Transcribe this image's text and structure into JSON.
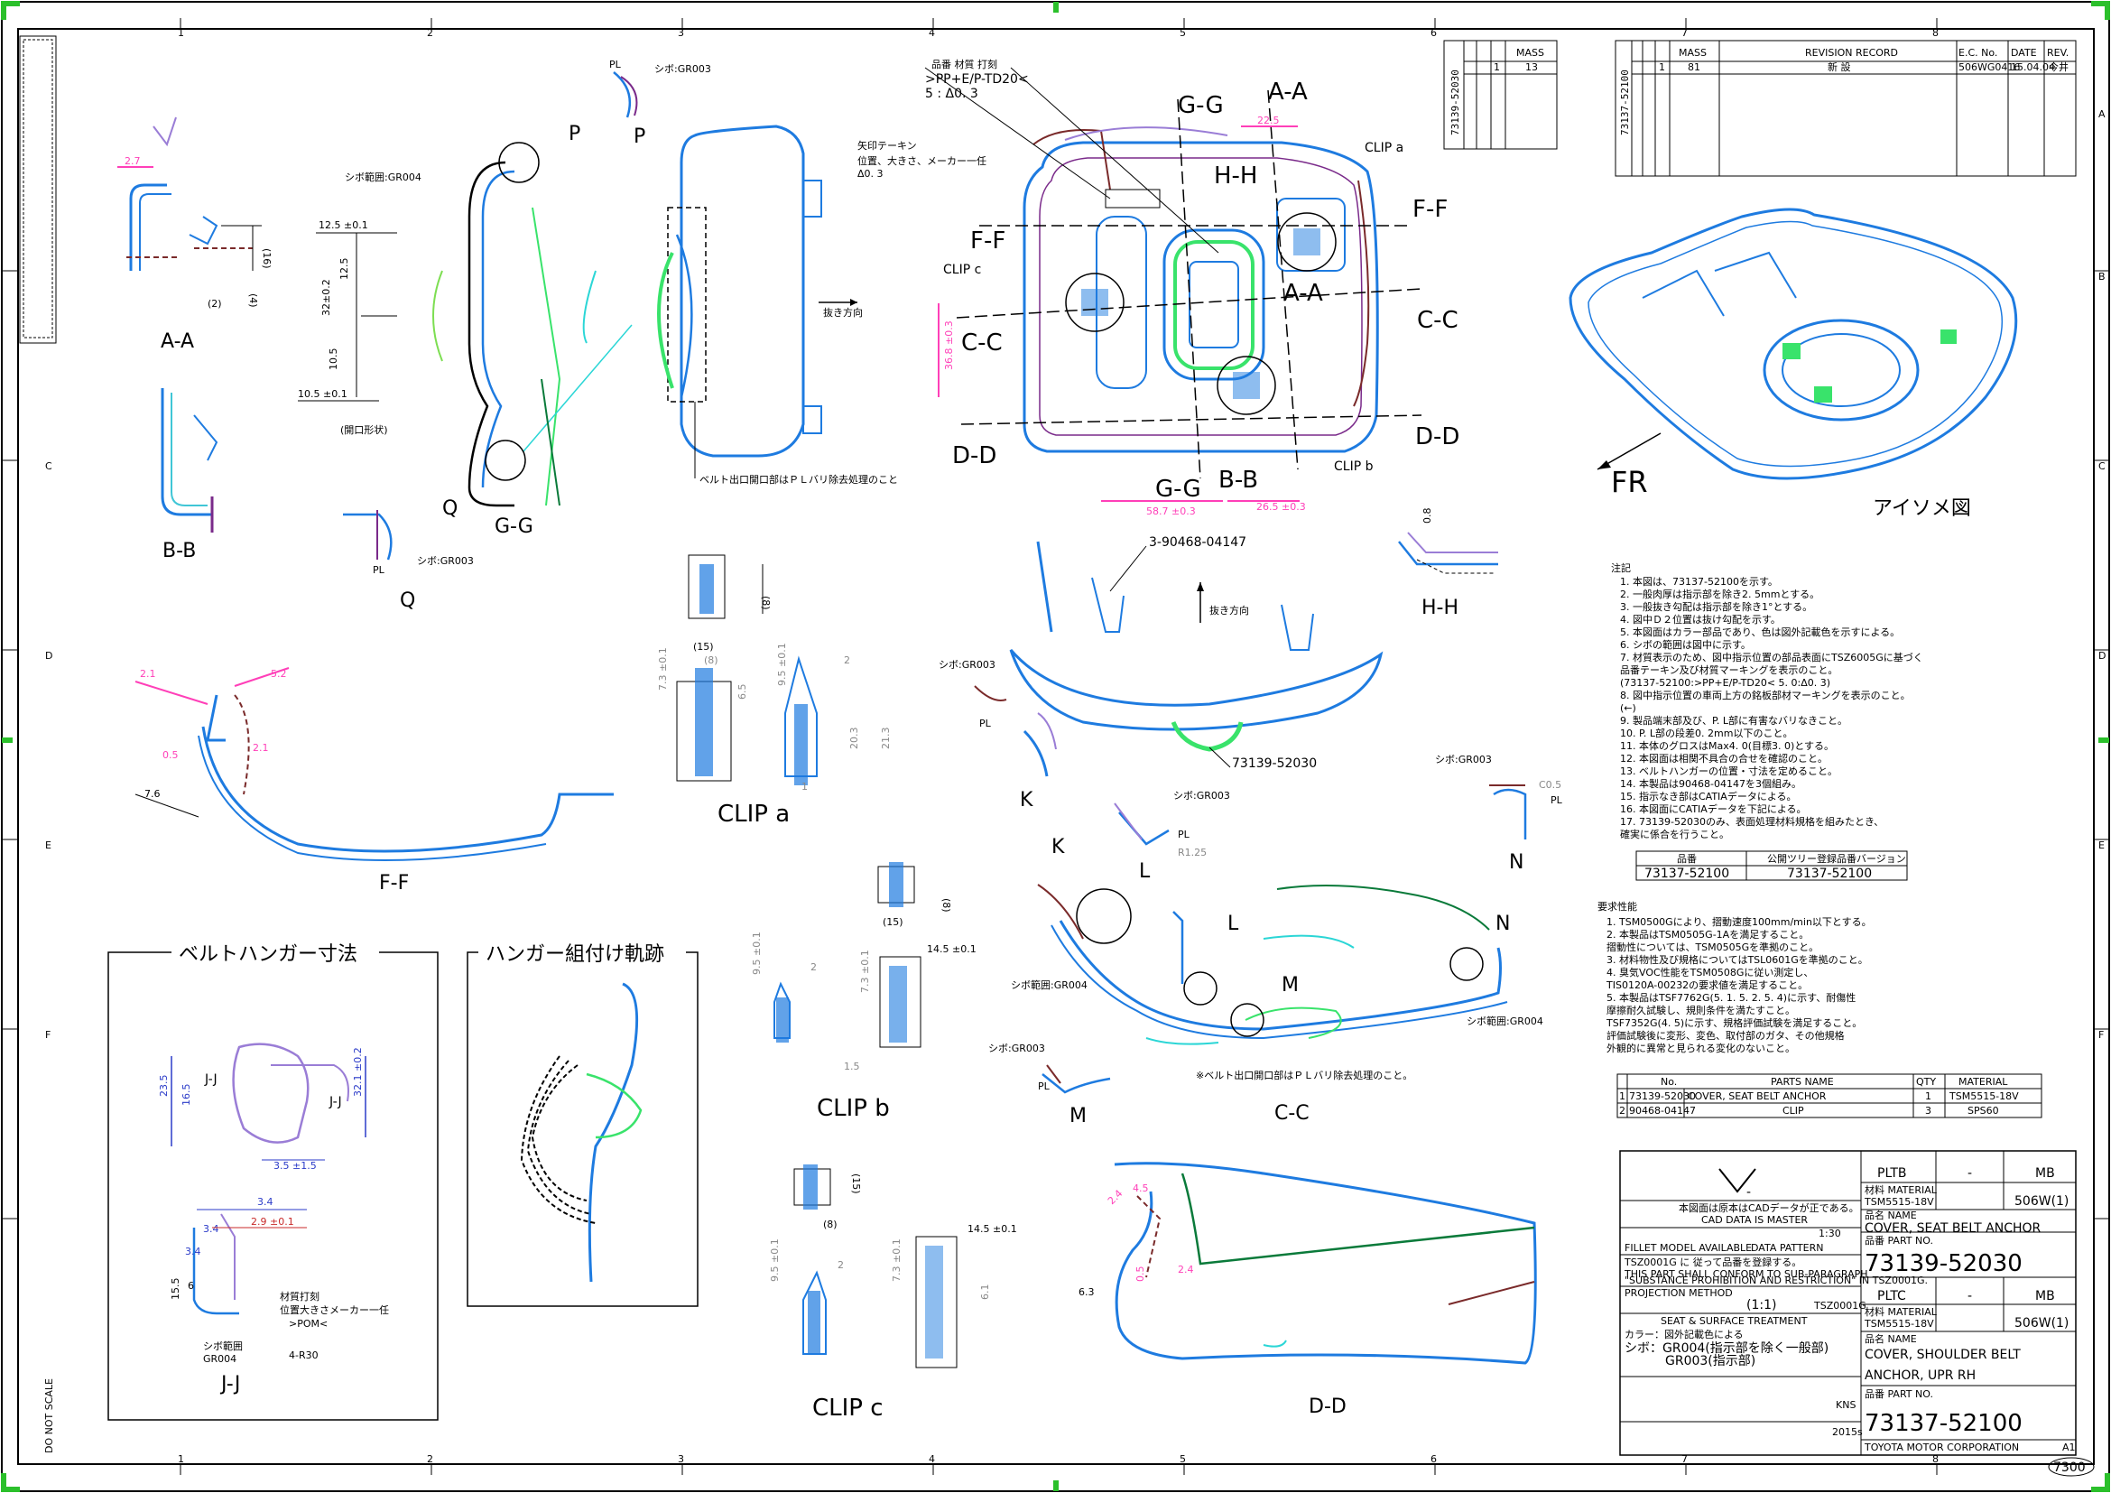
{
  "grid": {
    "cols": [
      "1",
      "2",
      "3",
      "4",
      "5",
      "6",
      "7",
      "8"
    ],
    "rows": [
      "A",
      "B",
      "C",
      "D",
      "E",
      "F"
    ]
  },
  "sections": {
    "aa": "A-A",
    "bb": "B-B",
    "ff": "F-F",
    "gg": "G-G",
    "q": "Q",
    "p": "P",
    "clip_a": "CLIP a",
    "clip_b": "CLIP b",
    "clip_c": "CLIP c",
    "hh": "H-H",
    "k": "K",
    "l": "L",
    "n": "N",
    "m": "M",
    "cc": "C-C",
    "dd": "D-D",
    "jj": "J-J"
  },
  "labels": {
    "fr": "FR",
    "iso": "アイソメ図",
    "draw_dir": "抜き方向",
    "draw_dir2": "抜き方向",
    "belt_hanger_dims": "ベルトハンガー寸法",
    "hanger_path": "ハンガー組付け軌跡",
    "belt_note": "ベルト出口開口部はＰＬバリ除去処理のこと",
    "belt_note2": "※ベルト出口開口部はＰＬバリ除去処理のこと。",
    "part_ref": "3-90468-04147",
    "part_ref2": "73139-52030",
    "material_mark_title": "品番  材質  打刻",
    "material_mark": ">PP+E/P-TD20<",
    "material_mark2": "5 : Δ0. 3",
    "gate_note_1": "矢印テーキン",
    "gate_note_2": "位置、大きさ、メーカー一任",
    "gate_note_3": "Δ0. 3",
    "jj_note_1": "材質打刻",
    "jj_note_2": "位置大きさメーカー一任",
    "jj_note_3": ">POM<",
    "jj_grain": "シボ範囲",
    "jj_grain2": "GR004",
    "jj_r": "4-R30",
    "sibo_gr003": "シボ:GR003",
    "sibo_gr004": "シボ範囲:GR004",
    "pl": "PL",
    "clip_a_pos": "CLIP a",
    "clip_b_pos": "CLIP b",
    "clip_c_pos": "CLIP c",
    "opening": "(開口形状)",
    "big_r": "R1.25",
    "c05": "C0.5"
  },
  "dims": {
    "d27": "2.7",
    "d16": "(16)",
    "d4": "(4)",
    "d2": "(2)",
    "d125": "12.5 ±0.1",
    "d32": "32±0.2",
    "d125b": "12.5",
    "d105": "10.5",
    "d105b": "10.5 ±0.1",
    "d225": "22.5",
    "d36": "36.8 ±0.3",
    "d587": "58.7 ±0.3",
    "d265": "26.5 ±0.3",
    "d15": "(15)",
    "d8": "(8)",
    "d73": "7.3 ±0.1",
    "d65": "6.5",
    "d95": "9.5 ±0.1",
    "d203": "20.3",
    "d213": "21.3",
    "d1": "1",
    "d2b": "2",
    "d21": "2.1",
    "d52": "5.2",
    "d05": "0.5",
    "d21b": "2.1",
    "d76": "7.6",
    "d145": "14.5 ±0.1",
    "d15b": "1.5",
    "d61": "6.1",
    "d08": "0.8",
    "d235": "23.5",
    "d165": "16.5",
    "d321": "32.1 ±0.2",
    "d35": "3.5 ±1.5",
    "d34": "3.4",
    "d29": "2.9 ±0.1",
    "d155": "15.5",
    "d6": "6",
    "d24": "2.4",
    "d45": "4.5",
    "d05b": "0.5",
    "d24b": "2.4",
    "d63": "6.3"
  },
  "notes": {
    "title": "注記",
    "items": [
      "1. 本図は、73137-52100を示す。",
      "2. 一般肉厚は指示部を除き2. 5mmとする。",
      "3. 一般抜き勾配は指示部を除き1°とする。",
      "4. 図中Ｄ２位置は抜け勾配を示す。",
      "5. 本図面はカラー部品であり、色は図外記載色を示すによる。",
      "6. シボの範囲は図中に示す。",
      "7. 材質表示のため、図中指示位置の部品表面にTSZ6005Gに基づく",
      "   品番テーキン及び材質マーキングを表示のこと。",
      "   (73137-52100:>PP+E/P-TD20< 5. 0:Δ0. 3)",
      "8. 図中指示位置の車両上方の銘板部材マーキングを表示のこと。",
      "   (←)",
      "9. 製品端末部及び、P. L部に有害なバリなきこと。",
      "10. P. L部の段差0. 2mm以下のこと。",
      "11. 本体のグロスはMax4. 0(目標3. 0)とする。",
      "12. 本図面は相関不具合の合せを確認のこと。",
      "13. ベルトハンガーの位置・寸法を定めること。",
      "14. 本製品は90468-04147を3個組み。",
      "15. 指示なき部はCATIAデータによる。",
      "16. 本図面にCATIAデータを下記による。",
      "17. 73139-52030のみ、表面処理材料規格を組みたとき、",
      "    確実に係合を行うこと。"
    ]
  },
  "version_table": {
    "h1": "品番",
    "h2": "公開ツリー登録品番バージョン",
    "c1": "73137-52100",
    "c2": "73137-52100"
  },
  "req": {
    "title": "要求性能",
    "items": [
      "1. TSM0500Gにより、摺動速度100mm/min以下とする。",
      "2. 本製品はTSM0505G-1Aを満足すること。",
      "   摺動性については、TSM0505Gを準拠のこと。",
      "3. 材料物性及び規格についてはTSL0601Gを準拠のこと。",
      "4. 臭気VOC性能をTSM0508Gに従い測定し、",
      "   TIS0120A-00232の要求値を満足すること。",
      "5. 本製品はTSF7762G(5. 1. 5. 2. 5. 4)に示す、耐傷性",
      "   摩擦耐久試験し、規則条件を満たすこと。",
      "   TSF7352G(4. 5)に示す、規格評価試験を満足すること。",
      "   評価試験後に変形、変色、取付部のガタ、その他規格",
      "   外観的に異常と見られる変化のないこと。"
    ]
  },
  "parts_list": {
    "headers": [
      "No.",
      "PARTS NAME",
      "QTY",
      "MATERIAL"
    ],
    "rows": [
      [
        "1",
        "73139-52030",
        "COVER, SEAT BELT ANCHOR",
        "1",
        "TSM5515-18V"
      ],
      [
        "2",
        "90468-04147",
        "CLIP",
        "3",
        "SPS60"
      ]
    ]
  },
  "revision": {
    "codes": [
      "73139-52030",
      "73137-52100"
    ],
    "left_mass": "13",
    "left_no": "1",
    "right_no": "1",
    "right_mass": "81",
    "record_header": "REVISION RECORD",
    "record": "新 設",
    "ecn": "506WG0416",
    "date": "15.04.04",
    "sign": "今井",
    "col_mass": "MASS",
    "col_ecn": "E.C. No.",
    "col_date": "DATE",
    "col_rev": "REV."
  },
  "title_block": {
    "upper": {
      "plt": "PLTB",
      "dash": "-",
      "mb": "MB",
      "material_label": "材料 MATERIAL",
      "material": "TSM5515-18V",
      "model": "506W(1)",
      "name_label": "品名 NAME",
      "name": "COVER, SEAT BELT ANCHOR",
      "pn_label": "品番 PART NO.",
      "pn": "73139-52030"
    },
    "lower": {
      "plt": "PLTC",
      "dash": "-",
      "mb": "MB",
      "material_label": "材料 MATERIAL",
      "material": "TSM5515-18V",
      "model": "506W(1)",
      "name_label": "品名 NAME",
      "name1": "COVER, SHOULDER BELT",
      "name2": "ANCHOR, UPR RH",
      "pn_label": "品番 PART NO.",
      "pn": "73137-52100"
    },
    "cad_note1": "本図面は原本はCADデータが正である。",
    "cad_note2": "CAD DATA IS MASTER",
    "fillet": "FILLET MODEL AVAILABLE",
    "data_pattern": "DATA PATTERN",
    "scale": "1:30",
    "tsz_note": "TSZ0001G に 従って品番を登録する。",
    "sub_para": "THIS PART SHALL CONFORM TO SUB-PARAGRAPH",
    "substance": "\"SUBSTANCE PROHIBITION AND RESTRICTION\" IN TSZ0001G.",
    "projection": "PROJECTION METHOD",
    "scale2": "(1:1)",
    "tsz": "TSZ0001G",
    "treat": "SEAT & SURFACE TREATMENT",
    "color": "カラー：図外記載色による",
    "sibo1": "シボ：GR004(指示部を除く一般部)",
    "sibo2": "GR003(指示部)",
    "corp": "TOYOTA MOTOR CORPORATION",
    "size": "A1",
    "sheet": "7300",
    "kns": "KNS",
    "year": "2015s"
  },
  "bottom_left": "DO NOT SCALE"
}
